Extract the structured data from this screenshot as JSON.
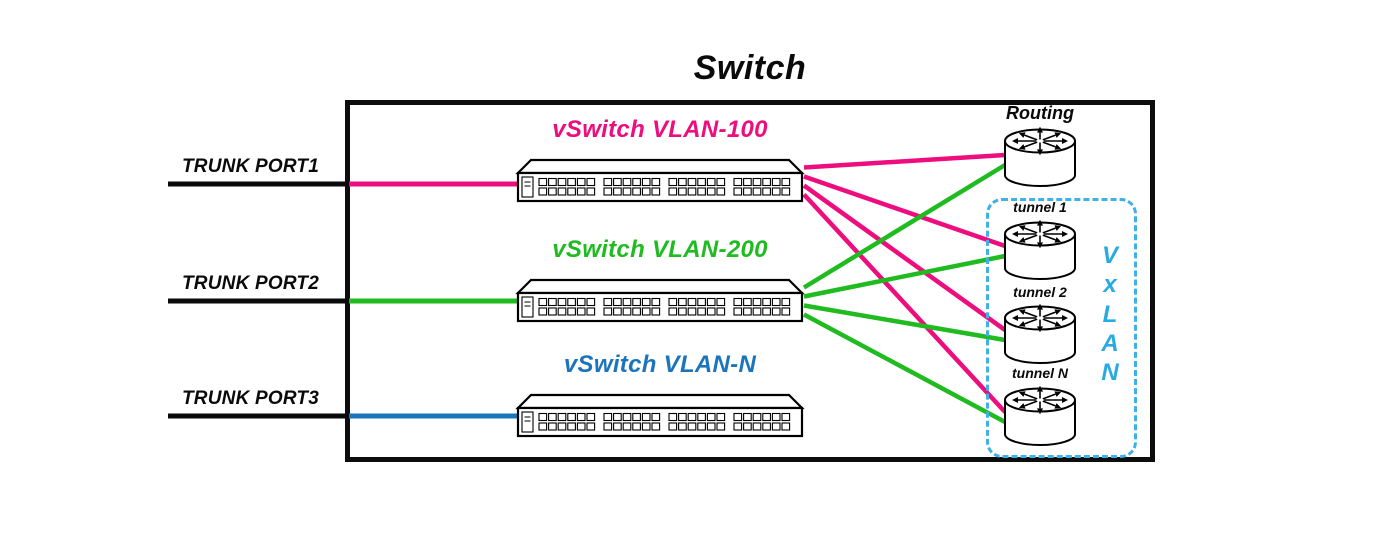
{
  "title": "Switch",
  "trunk_ports": [
    {
      "id": "trunk1",
      "label": "TRUNK PORT1",
      "color": "#EE0D7E"
    },
    {
      "id": "trunk2",
      "label": "TRUNK PORT2",
      "color": "#20BB20"
    },
    {
      "id": "trunk3",
      "label": "TRUNK PORT3",
      "color": "#1B75BC"
    }
  ],
  "vswitches": [
    {
      "id": "vlan100",
      "label": "vSwitch VLAN-100",
      "color": "#EE0D7E"
    },
    {
      "id": "vlan200",
      "label": "vSwitch VLAN-200",
      "color": "#20BB20"
    },
    {
      "id": "vlanN",
      "label": "vSwitch VLAN-N",
      "color": "#1B75BC"
    }
  ],
  "routing": {
    "id": "routing",
    "label": "Routing"
  },
  "vxlan": {
    "label": "VxLAN",
    "color": "#29ABE2",
    "tunnels": [
      {
        "id": "tunnel1",
        "label": "tunnel 1"
      },
      {
        "id": "tunnel2",
        "label": "tunnel 2"
      },
      {
        "id": "tunnelN",
        "label": "tunnel N"
      }
    ]
  },
  "connections": [
    {
      "from": "vlan100",
      "to": "routing",
      "color": "#EE0D7E"
    },
    {
      "from": "vlan100",
      "to": "tunnel1",
      "color": "#EE0D7E"
    },
    {
      "from": "vlan100",
      "to": "tunnel2",
      "color": "#EE0D7E"
    },
    {
      "from": "vlan100",
      "to": "tunnelN",
      "color": "#EE0D7E"
    },
    {
      "from": "vlan200",
      "to": "routing",
      "color": "#20BB20"
    },
    {
      "from": "vlan200",
      "to": "tunnel1",
      "color": "#20BB20"
    },
    {
      "from": "vlan200",
      "to": "tunnel2",
      "color": "#20BB20"
    },
    {
      "from": "vlan200",
      "to": "tunnelN",
      "color": "#20BB20"
    }
  ]
}
